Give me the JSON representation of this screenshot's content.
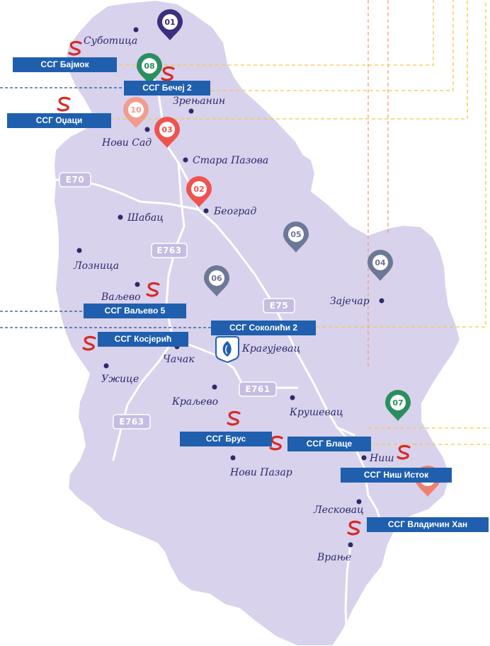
{
  "colors": {
    "land": "#d8d2ec",
    "land_stroke": "#ffffff",
    "road": "#ffffff",
    "road_badge": "#c5bde2",
    "city_dot": "#2d2a6b",
    "label_bg": "#1f5fae",
    "brand_red": "#d62b26",
    "pin_navy": "#3b2f7e",
    "pin_green": "#2a8f5e",
    "pin_red": "#ef5350",
    "pin_salmon": "#f29b8f",
    "pin_slate": "#6b7896",
    "orange_dash": "#f0a070",
    "yellow_dash": "#f5c542",
    "blue_dash": "#2b4a8b"
  },
  "cities": [
    {
      "name": "Суботица"
    },
    {
      "name": "Зрењанин"
    },
    {
      "name": "Нови Сад"
    },
    {
      "name": "Стара Пазова"
    },
    {
      "name": "Београд"
    },
    {
      "name": "Шабац"
    },
    {
      "name": "Лозница"
    },
    {
      "name": "Ваљево"
    },
    {
      "name": "Зајечар"
    },
    {
      "name": "Крагујевац"
    },
    {
      "name": "Чачак"
    },
    {
      "name": "Ужице"
    },
    {
      "name": "Краљево"
    },
    {
      "name": "Крушевац"
    },
    {
      "name": "Ниш"
    },
    {
      "name": "Нови Пазар"
    },
    {
      "name": "Лесковац"
    },
    {
      "name": "Врање"
    }
  ],
  "roads": [
    "E70",
    "E763",
    "E75",
    "E761",
    "E763"
  ],
  "pins": [
    "01",
    "08",
    "10",
    "03",
    "02",
    "05",
    "04",
    "06",
    "07",
    "10"
  ],
  "stations": [
    {
      "label": "ССГ Бајмок"
    },
    {
      "label": "ССГ Бечеј  2"
    },
    {
      "label": "ССГ Оџаци"
    },
    {
      "label": "ССГ Ваљево 5"
    },
    {
      "label": "ССГ Соколићи 2"
    },
    {
      "label": "ССГ Косјерић"
    },
    {
      "label": "ССГ Брус"
    },
    {
      "label": "ССГ Блаце"
    },
    {
      "label": "ССГ Ниш Исток"
    },
    {
      "label": "ССГ Владичин Хан"
    }
  ],
  "icons": {
    "station": "srbijagas-logo-icon",
    "gazprom": "gazprom-logo-icon",
    "pin": "map-pin-icon"
  }
}
